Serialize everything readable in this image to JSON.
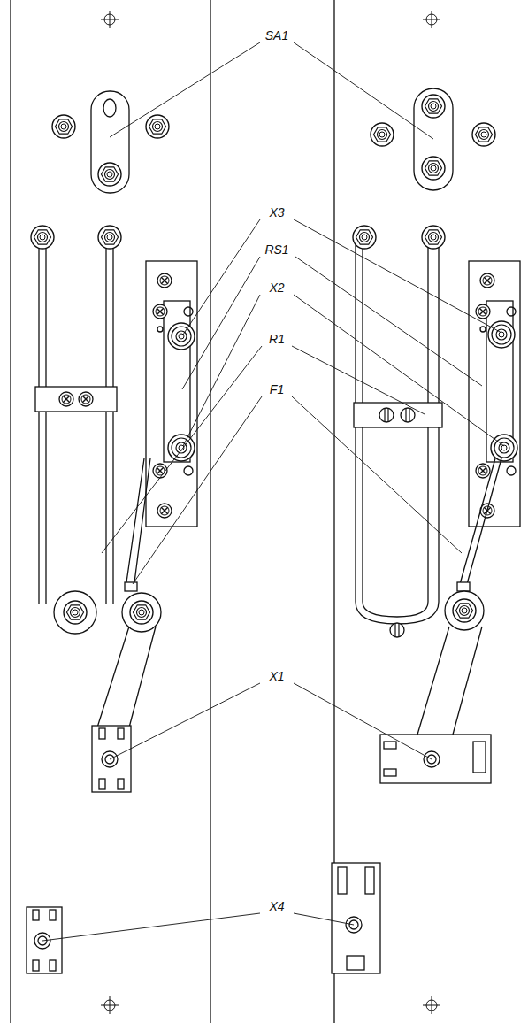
{
  "diagram": {
    "labels": [
      "SA1",
      "X3",
      "RS1",
      "X2",
      "R1",
      "F1",
      "X1",
      "X4"
    ]
  }
}
